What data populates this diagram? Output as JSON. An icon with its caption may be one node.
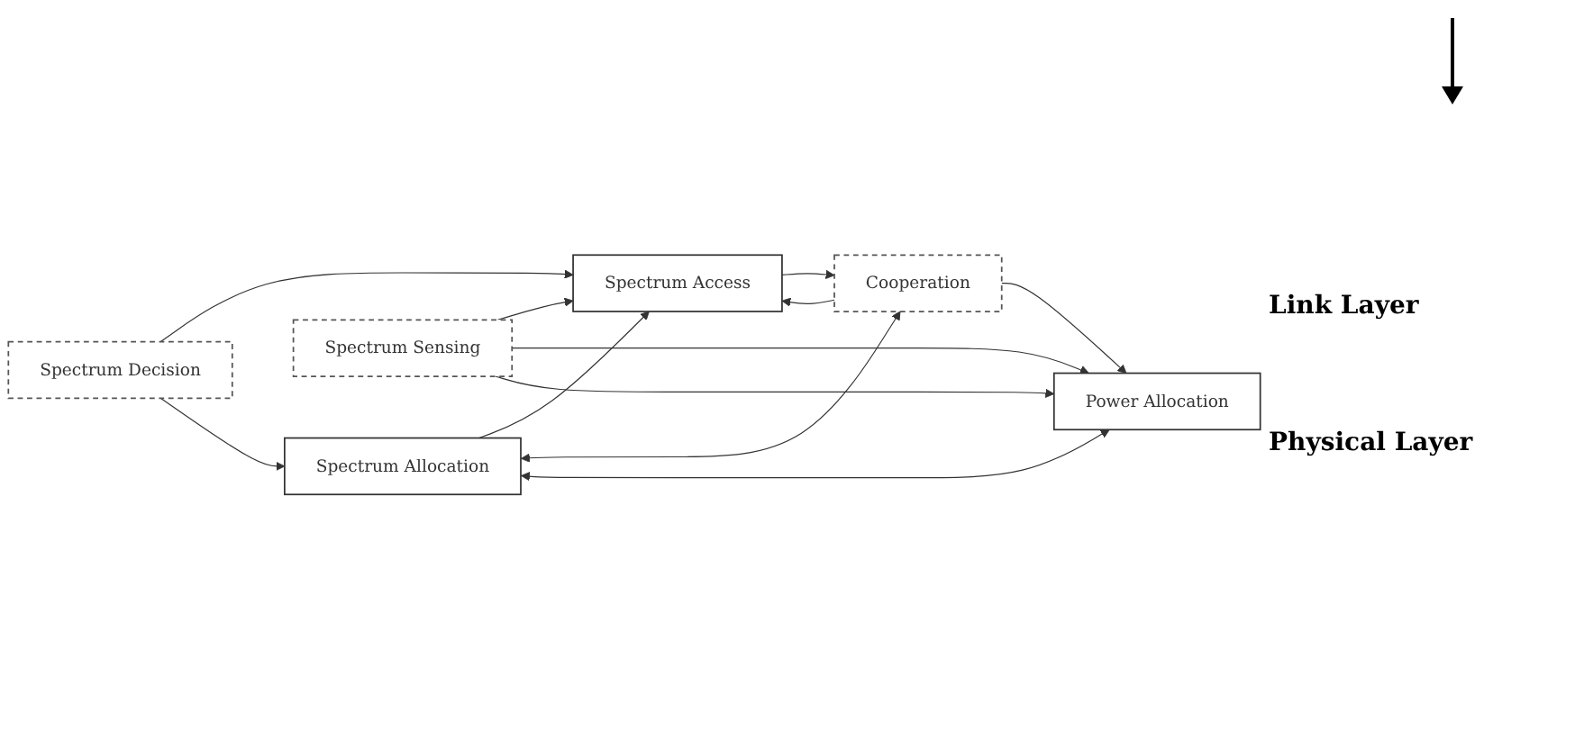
{
  "diagram": {
    "nodes": [
      {
        "text": [
          "Spectrum Decision"
        ]
      },
      {
        "text": [
          "Spectrum Access"
        ]
      },
      {
        "text": [
          "Spectrum Allocation"
        ]
      },
      {
        "text": [
          "Cooperation"
        ]
      },
      {
        "text": [
          "Spectrum Sensing"
        ]
      },
      {
        "text": [
          "Power Allocation"
        ]
      }
    ],
    "edges": [
      {
        "from": 4,
        "to": 1,
        "arrow": "to"
      },
      {
        "from": 0,
        "to": 1,
        "arrow": "to"
      },
      {
        "from": 0,
        "to": 2,
        "arrow": "to"
      },
      {
        "from": 2,
        "to": 1,
        "arrow": "to"
      },
      {
        "from": 3,
        "to": 1,
        "arrow": "to"
      },
      {
        "from": 1,
        "to": 3,
        "arrow": "to"
      },
      {
        "from": 2,
        "to": 3,
        "arrow": "both"
      },
      {
        "from": 2,
        "to": 5,
        "arrow": "both"
      },
      {
        "from": 3,
        "to": 5,
        "arrow": "to"
      },
      {
        "from": 4,
        "to": 5,
        "arrow": "to"
      },
      {
        "from": 4,
        "to": 5,
        "arrow": "to"
      }
    ],
    "labels": [
      "Link Layer",
      "Physical Layer"
    ]
  }
}
